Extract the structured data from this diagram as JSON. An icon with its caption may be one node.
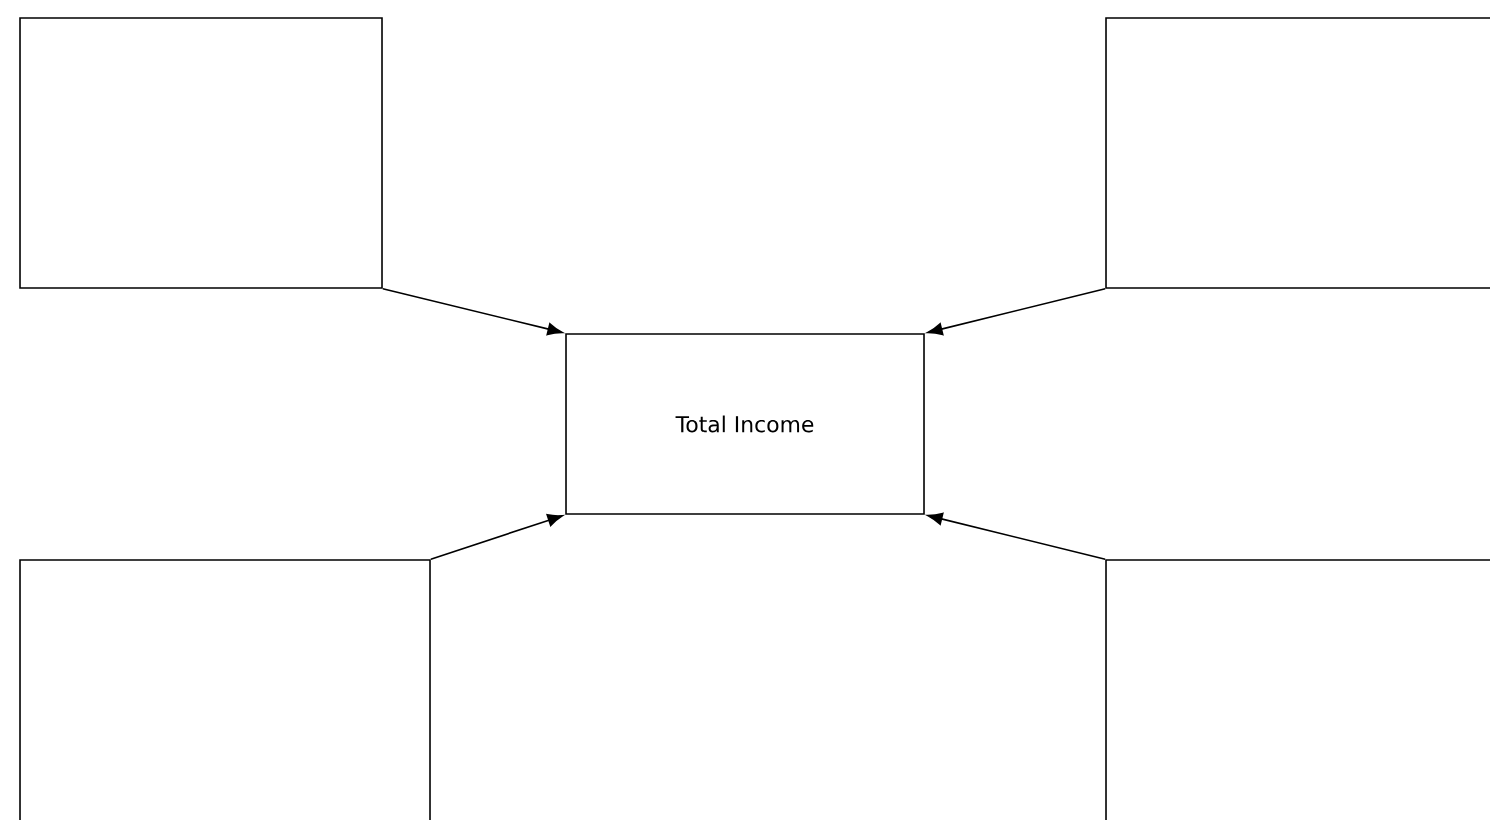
{
  "diagram": {
    "nodes": [
      {
        "text": [],
        "shape": "box"
      },
      {
        "text": [],
        "shape": "box"
      },
      {
        "text": [],
        "shape": "box"
      },
      {
        "text": [],
        "shape": "box"
      },
      {
        "text": [
          "Total Income"
        ]
      }
    ],
    "edges": [
      {
        "from": 0,
        "to": 4,
        "arrow": "to"
      },
      {
        "from": 1,
        "to": 4,
        "arrow": "to"
      },
      {
        "from": 2,
        "to": 4,
        "arrow": "to"
      },
      {
        "from": 3,
        "to": 4,
        "arrow": "to"
      }
    ]
  }
}
